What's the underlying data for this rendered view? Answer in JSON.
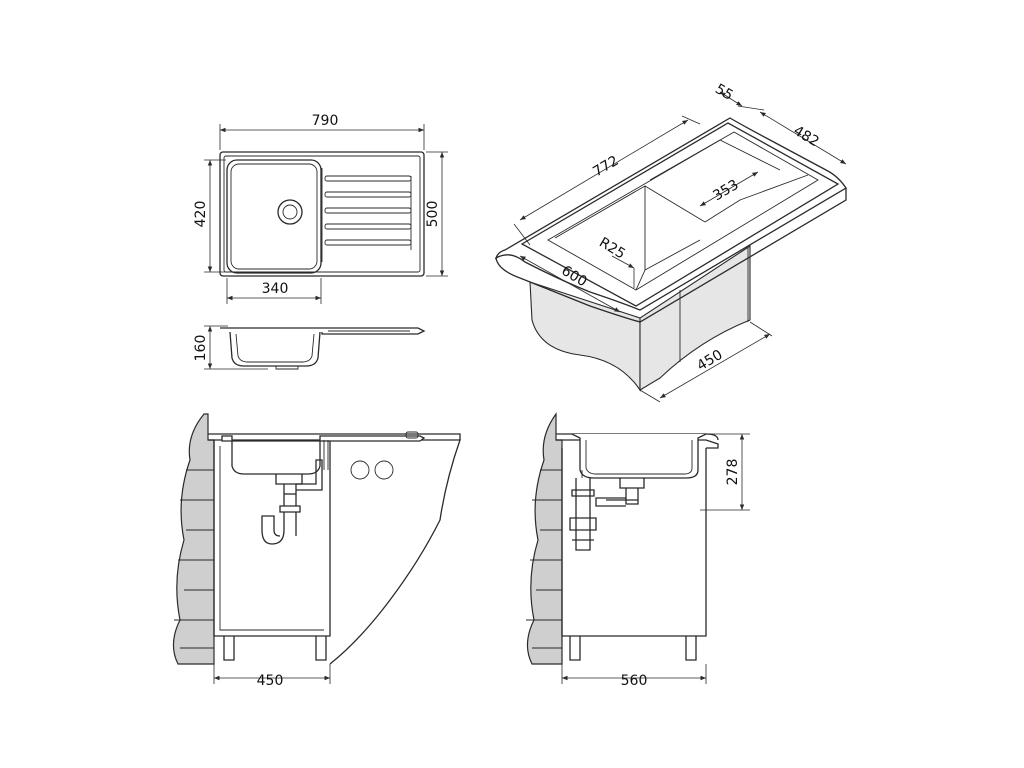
{
  "colors": {
    "line": "#2a2a2a",
    "wall_fill": "#cfcfcf",
    "background": "#ffffff"
  },
  "top_view": {
    "dim_width": "790",
    "dim_bowl_height": "420",
    "dim_depth": "500",
    "dim_bowl_width": "340"
  },
  "side_view": {
    "dim_height": "160"
  },
  "iso_view": {
    "dim_top_strip": "55",
    "dim_length": "772",
    "dim_width": "482",
    "dim_drainer": "353",
    "dim_radius": "R25",
    "dim_cabinet_front": "600",
    "dim_cabinet_side": "450"
  },
  "install_front": {
    "dim_cabinet_width": "450"
  },
  "install_side": {
    "dim_depth": "278",
    "dim_cabinet_depth": "560"
  }
}
